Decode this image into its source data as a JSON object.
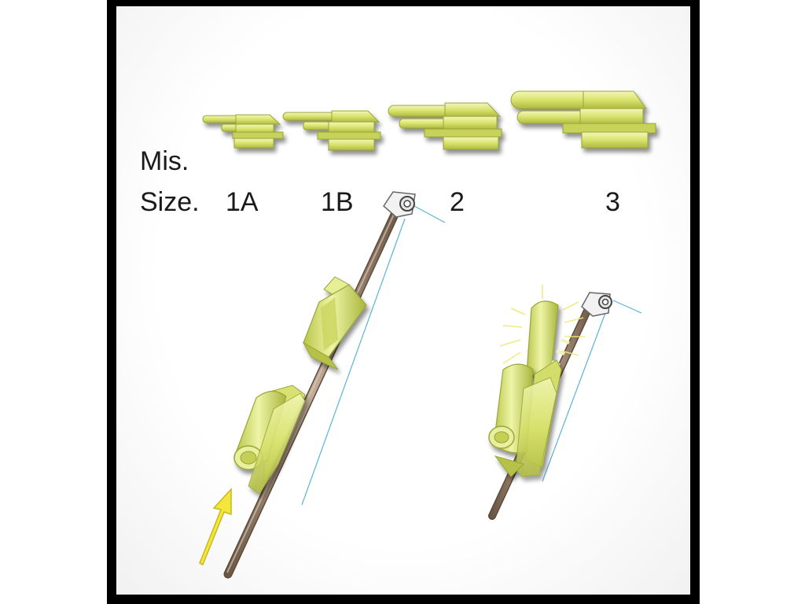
{
  "labels": {
    "mis": "Mis.",
    "size": "Size.",
    "sizes": [
      "1A",
      "1B",
      "2",
      "3"
    ]
  },
  "colors": {
    "clip_light": "#eef3a0",
    "clip_mid": "#d4e06a",
    "clip_dark": "#a8b63c",
    "rod": "#9b8470",
    "rod_dark": "#5e4a38",
    "line": "#5ab4d6",
    "arrow": "#f4e63a",
    "frame": "#000000"
  },
  "icons": {
    "rod_tip_ring": "ring-icon",
    "arrow": "arrow-up-icon"
  }
}
